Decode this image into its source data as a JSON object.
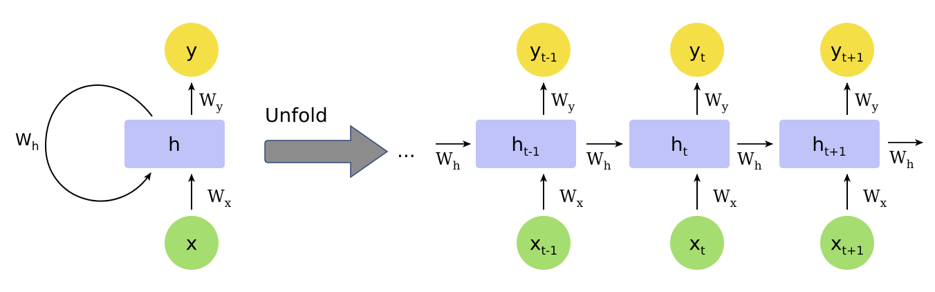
{
  "folded": {
    "output": {
      "base": "y",
      "sub": ""
    },
    "hidden": {
      "base": "h",
      "sub": ""
    },
    "input": {
      "base": "x",
      "sub": ""
    },
    "w_y": {
      "base": "W",
      "sub": "y"
    },
    "w_x": {
      "base": "W",
      "sub": "x"
    },
    "w_h": {
      "base": "W",
      "sub": "h"
    }
  },
  "unfold_label": "Unfold",
  "ellipsis": "...",
  "unfolded": {
    "leading_w_h": {
      "base": "W",
      "sub": "h"
    },
    "steps": [
      {
        "output": {
          "base": "y",
          "sub": "t-1"
        },
        "hidden": {
          "base": "h",
          "sub": "t-1"
        },
        "input": {
          "base": "x",
          "sub": "t-1"
        },
        "w_y": {
          "base": "W",
          "sub": "y"
        },
        "w_x": {
          "base": "W",
          "sub": "x"
        },
        "w_h_next": {
          "base": "W",
          "sub": "h"
        }
      },
      {
        "output": {
          "base": "y",
          "sub": "t"
        },
        "hidden": {
          "base": "h",
          "sub": "t"
        },
        "input": {
          "base": "x",
          "sub": "t"
        },
        "w_y": {
          "base": "W",
          "sub": "y"
        },
        "w_x": {
          "base": "W",
          "sub": "x"
        },
        "w_h_next": {
          "base": "W",
          "sub": "h"
        }
      },
      {
        "output": {
          "base": "y",
          "sub": "t+1"
        },
        "hidden": {
          "base": "h",
          "sub": "t+1"
        },
        "input": {
          "base": "x",
          "sub": "t+1"
        },
        "w_y": {
          "base": "W",
          "sub": "y"
        },
        "w_x": {
          "base": "W",
          "sub": "x"
        },
        "w_h_next": {
          "base": "W",
          "sub": "h"
        }
      }
    ]
  },
  "colors": {
    "output_node": "#f5df47",
    "input_node": "#a5dd70",
    "hidden_node": "#bfc3f8",
    "unfold_arrow_fill": "#8c8c8c",
    "unfold_arrow_stroke": "#2f4a7a",
    "line": "#000000"
  }
}
